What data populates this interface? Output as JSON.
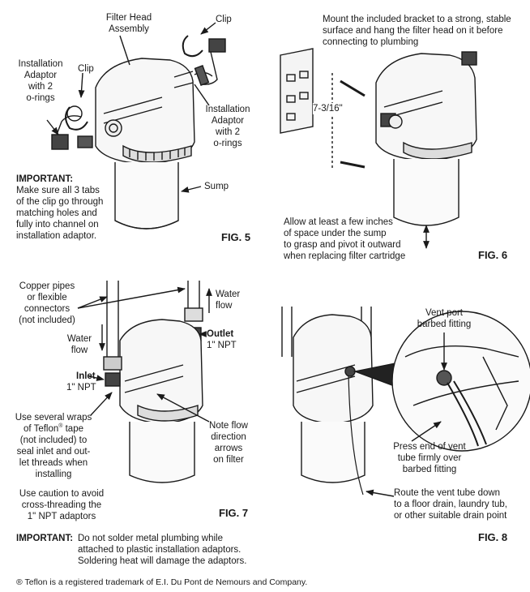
{
  "fig5": {
    "figure_label": "FIG. 5",
    "filter_head_label": "Filter Head\nAssembly",
    "clip_top_label": "Clip",
    "clip_left_label": "Clip",
    "adaptor_left_label": "Installation\nAdaptor\nwith 2\no-rings",
    "adaptor_right_label": "Installation\nAdaptor\nwith 2\no-rings",
    "sump_label": "Sump",
    "important_heading": "IMPORTANT:",
    "important_text": "Make sure all 3 tabs\nof the clip go through\nmatching holes and\nfully into channel on\ninstallation adaptor."
  },
  "fig6": {
    "figure_label": "FIG. 6",
    "mount_instruction": "Mount the included bracket to a strong, stable\nsurface and hang the filter head on it before\nconnecting to plumbing",
    "dimension_label": "7-3/16\"",
    "clearance_instruction": "Allow at least a few inches\nof space under the sump\nto grasp and pivot it outward\nwhen replacing filter cartridge"
  },
  "fig7": {
    "figure_label": "FIG. 7",
    "pipes_label": "Copper pipes\nor flexible\nconnectors\n(not included)",
    "water_flow_in_label": "Water\nflow",
    "water_flow_out_label": "Water\nflow",
    "inlet_heading": "Inlet",
    "inlet_size": "1\" NPT",
    "outlet_heading": "Outlet",
    "outlet_size": "1\" NPT",
    "teflon_line1": "Use several wraps",
    "teflon_line2_prefix": "of Teflon",
    "teflon_line2_mark": "®",
    "teflon_line2_suffix": " tape",
    "teflon_rest": "(not included) to\nseal inlet and out-\nlet threads when\ninstalling",
    "caution_text": "Use caution to avoid\ncross-threading the\n1\" NPT adaptors",
    "flow_arrows_note": "Note flow\ndirection\narrows\non filter",
    "important_heading": "IMPORTANT:",
    "important_text": "Do not solder metal plumbing while\nattached to plastic installation adaptors.\nSoldering heat will damage the adaptors."
  },
  "fig8": {
    "figure_label": "FIG. 8",
    "vent_port_label": "Vent port\nbarbed fitting",
    "press_vent_label": "Press end of vent\ntube firmly over\nbarbed fitting",
    "route_vent_label": "Route the vent tube down\nto a floor drain, laundry tub,\nor other suitable drain point"
  },
  "footer": {
    "trademark_note": "® Teflon is a registered trademark of E.I. Du Pont de Nemours and Company."
  }
}
